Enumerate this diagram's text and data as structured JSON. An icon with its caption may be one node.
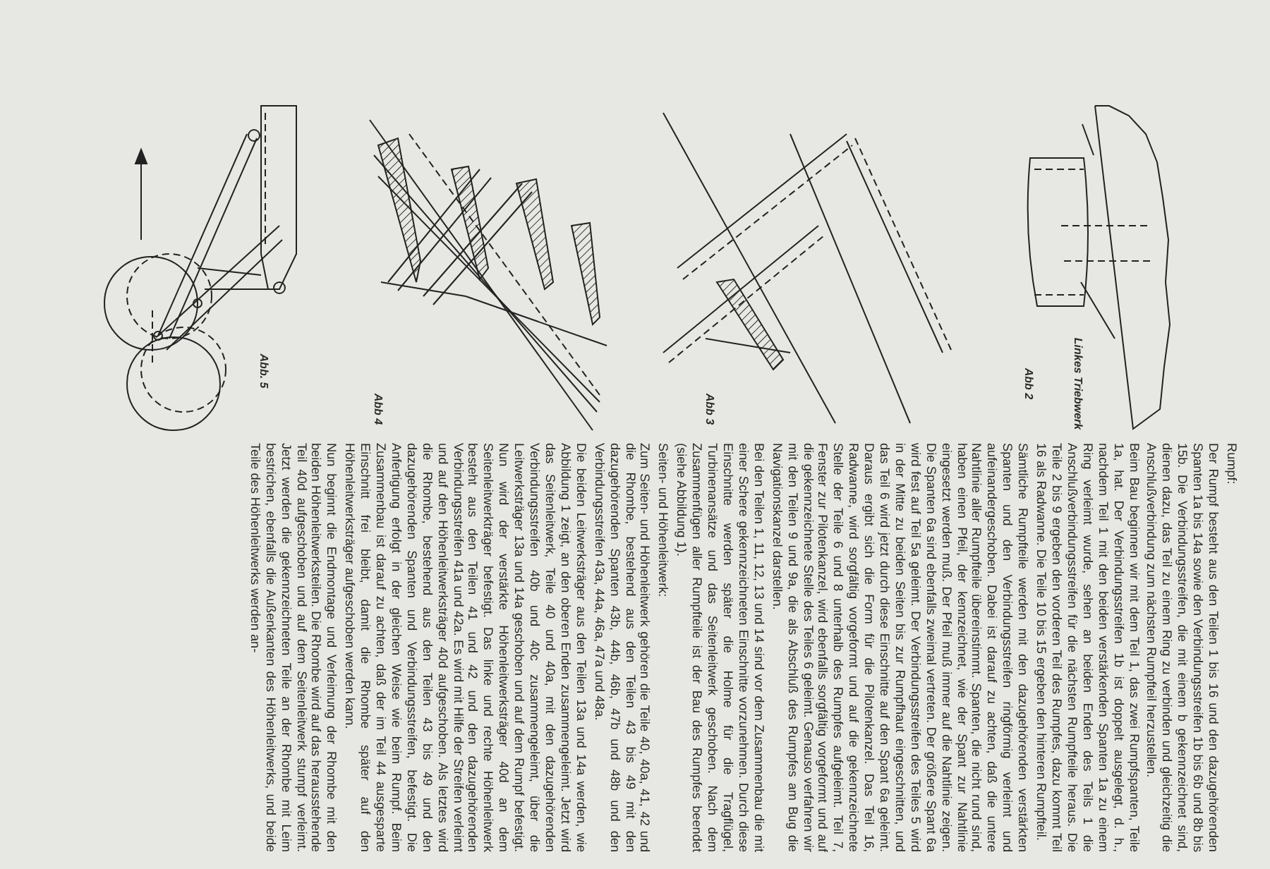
{
  "diagram": {
    "labels": [
      "Rumpf:",
      "Der Rumpf besteht aus den Teilen 1 bis 16 und den dazugehörenden Spanten 1a bis 14a sowie den Verbindungsstreifen 1b bis 6b und 8b bis 15b. Die Verbindungsstreifen, die mit einem b gekennzeichnet sind, dienen dazu, das Teil zu einem Ring zu verbinden und gleichzeitig die Anschlußverbindung zum nächsten Rumpfteil herzustellen.",
      "Beim Bau beginnen wir mit dem Teil 1, das zwei Rumpfspanten, Teile 1a, hat. Der Verbindungsstreifen 1b ist doppelt ausgelegt, d. h., nachdem Teil 1 mit den beiden verstärkenden Spanten 1a zu einem Ring verleimt wurde, sehen an beiden Enden des Teils 1 die Anschlußverbindungsstreifen für die nächsten Rumpfteile heraus. Die Teile 2 bis 9 ergeben den vorderen Teil des Rumpfes, dazu kommt Teil 16 als Radwanne. Die Teile 10 bis 15 ergeben den hinteren Rumpfteil.",
      "Sämtliche Rumpfteile werden mit den dazugehörenden verstärkten Spanten und den Verbindungsstreifen ringförmig verleimt und aufeinandergeschoben. Dabei ist darauf zu achten, daß die untere Nahtlinie aller Rumpfteile übereinstimmt. Spanten, die nicht rund sind, haben einen Pfeil, der kennzeichnet, wie der Spant zur Nahtlinie eingesetzt werden muß. Der Pfeil muß immer auf die Nahtlinie zeigen. Die Spanten 6a sind ebenfalls zweimal vertreten. Der größere Spant 6a wird fest auf Teil 5a geleimt. Der Verbindungsstreifen des Teiles 5 wird in der Mitte zu beiden Seiten bis zur Rumpfhaut eingeschnitten, und das Teil 6 wird jetzt durch diese Einschnitte auf den Spant 6a geleimt. Daraus ergibt sich die Form für die Pilotenkanzel. Das Teil 16, Radwanne, wird sorgfältig vorgeformt und auf die gekennzeichnete Stelle der Teile 6 und 8 unterhalb des Rumpfes aufgeleimt. Teil 7, Fenster zur Pilotenkanzel, wird ebenfalls sorgfältig vorgeformt und auf die gekennzeichnete Stelle des Teiles 6 geleimt. Genauso verfahren wir mit den Teilen 9 und 9a, die als Abschluß des Rumpfes am Bug die Navigationskanzel darstellen.",
      "Bei den Teilen 1, 11, 12, 13 und 14 sind vor dem Zusammenbau die mit einer Schere gekennzeichneten Einschnitte vorzunehmen. Durch diese Einschnitte werden später die Holme für die Tragflügel, Turbinenansätze und das Seitenleitwerk geschoben. Nach dem Zusammenfügen aller Rumpfteile ist der Bau des Rumpfes beendet (siehe Abbildung 1).",
      "Seiten- und Höhenleitwerk:",
      "Zum Seiten- und Höhenleitwerk gehören die Teile 40, 40a, 41, 42 und die Rhombe, bestehend aus den Teilen 43 bis 49 mit den dazugehörenden Spanten 43b, 44b, 46b, 47b und 48b und den Verbindungsstreifen 43a, 44a, 46a, 47a und 48a.",
      "Die beiden Leitwerksträger aus den Teilen 13a und 14a werden, wie Abbildung 1 zeigt, an den oberen Enden zusammengeleimt. Jetzt wird das Seitenleitwerk, Teile 40 und 40a, mit den dazugehörenden Verbindungsstreifen 40b und 40c zusammengeleimt, über die Leitwerksträger 13a und 14a geschoben und auf dem Rumpf befestigt. Nun wird der verstärkte Höhenleitwerksträger 40d an dem Seitenleitwerkträger befestigt. Das linke und rechte Höhenleitwerk besteht aus den Teilen 41 und 42 und den dazugehörenden Verbindungsstreifen 41a und 42a. Es wird mit Hilfe der Streifen verleimt und auf den Höhenleitwerksträger 40d aufgeschoben. Als letztes wird die Rhombe, bestehend aus den Teilen 43 bis 49 und den dazugehörenden Spanten und Verbindungsstreifen, befestigt. Die Anfertigung erfolgt in der gleichen Weise wie beim Rumpf. Beim Zusammenbau ist darauf zu achten, daß der im Teil 44 ausgesparte Einschnitt frei bleibt, damit die Rhombe später auf den Höhenleitwerksträger aufgeschoben werden kann.",
      "Nun beginnt die Endmontage und Verleimung der Rhombe mit den beiden Höhenleitwerksteilen. Die Rhombe wird auf das herausstehende Teil 40d aufgeschoben und auf dem Seitenleitwerk stumpf verleimt. Jetzt werden die gekennzeichneten Teile an der Rhombe mit Leim bestrichen, ebenfalls die Außenkanten des Höhenleitwerks, und beide Teile des Höhenleitwerks werden an-",
      "Abb 2",
      "Linkes Triebwerk",
      "Abb 3",
      "Abb 4",
      "Abb. 5"
    ]
  }
}
